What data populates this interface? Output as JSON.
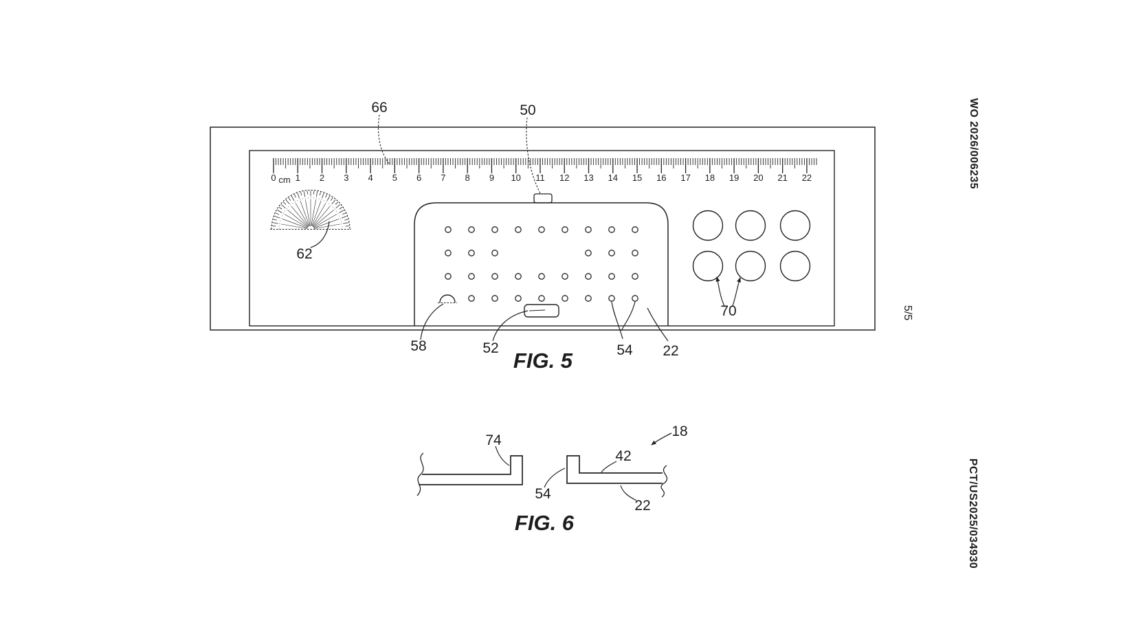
{
  "page": {
    "pub_number": "WO 2026/006235",
    "sheet_index": "5/5",
    "app_number": "PCT/US2025/034930"
  },
  "fig5": {
    "caption": "FIG. 5",
    "ruler_unit": "cm",
    "ruler_numbers": [
      "0",
      "1",
      "2",
      "3",
      "4",
      "5",
      "6",
      "7",
      "8",
      "9",
      "10",
      "11",
      "12",
      "13",
      "14",
      "15",
      "16",
      "17",
      "18",
      "19",
      "20",
      "21",
      "22"
    ],
    "refs": {
      "r66": "66",
      "r50": "50",
      "r62": "62",
      "r58": "58",
      "r52": "52",
      "r54": "54",
      "r22": "22",
      "r70": "70"
    }
  },
  "fig6": {
    "caption": "FIG. 6",
    "refs": {
      "r74": "74",
      "r18": "18",
      "r42": "42",
      "r54": "54",
      "r22": "22"
    }
  }
}
